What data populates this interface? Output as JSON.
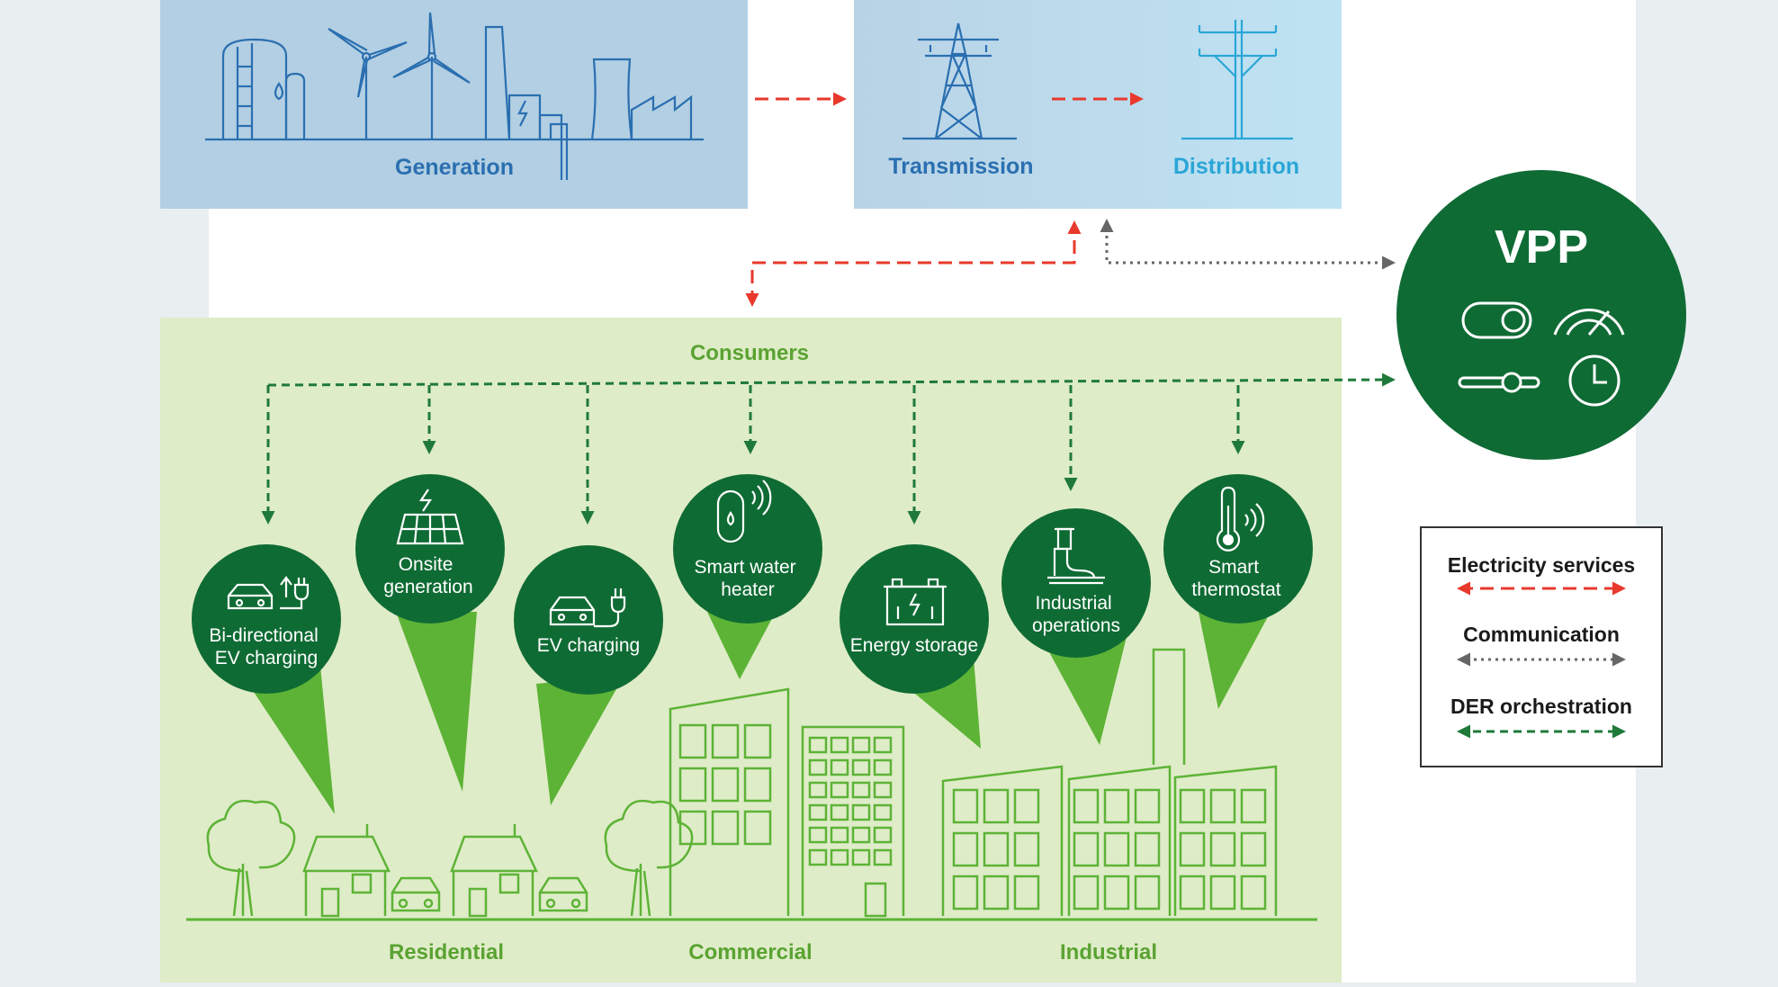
{
  "grid": {
    "generation_label": "Generation",
    "transmission_label": "Transmission",
    "distribution_label": "Distribution",
    "consumers_label": "Consumers"
  },
  "vpp": {
    "title": "VPP"
  },
  "consumers": [
    {
      "id": "bidirectional-ev-charging",
      "lines": [
        "Bi-directional",
        "EV charging"
      ],
      "icon": "car-plug-icon"
    },
    {
      "id": "onsite-generation",
      "lines": [
        "Onsite",
        "generation"
      ],
      "icon": "solar-panel-icon"
    },
    {
      "id": "ev-charging",
      "lines": [
        "EV charging"
      ],
      "icon": "ev-charger-icon"
    },
    {
      "id": "smart-water-heater",
      "lines": [
        "Smart water",
        "heater"
      ],
      "icon": "water-heater-icon"
    },
    {
      "id": "energy-storage",
      "lines": [
        "Energy storage"
      ],
      "icon": "battery-icon"
    },
    {
      "id": "industrial-operations",
      "lines": [
        "Industrial",
        "operations"
      ],
      "icon": "industrial-machine-icon"
    },
    {
      "id": "smart-thermostat",
      "lines": [
        "Smart",
        "thermostat"
      ],
      "icon": "thermometer-icon"
    }
  ],
  "sectors": {
    "residential": "Residential",
    "commercial": "Commercial",
    "industrial": "Industrial"
  },
  "legend": {
    "electricity_services": "Electricity services",
    "communication": "Communication",
    "der_orchestration": "DER orchestration"
  },
  "colors": {
    "electricity": "#e8392c",
    "communication": "#666666",
    "der": "#1f7a3a",
    "vpp_green": "#0f6b34",
    "light_green": "#5db336",
    "consumer_bg": "#dfecc8",
    "generation_bg": "#b3cfe3",
    "grid_blue": "#2a6fb0"
  }
}
